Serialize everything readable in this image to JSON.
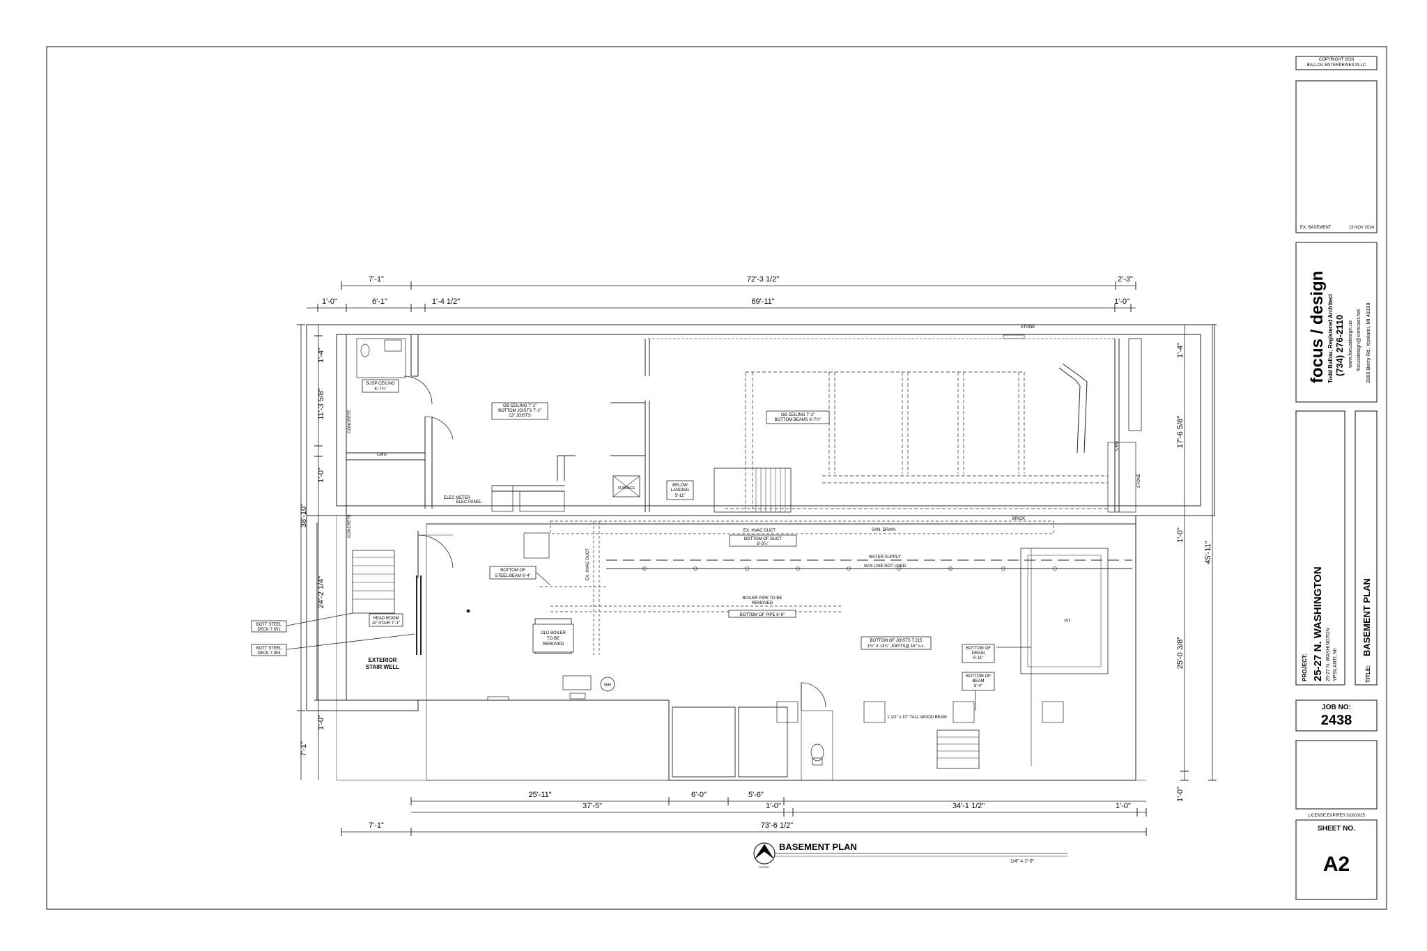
{
  "copyright": {
    "line1": "COPYRIGHT 2023",
    "line2": "BALLOU ENTERPRISES PLLC"
  },
  "issue": {
    "label": "EX. BASEMENT",
    "date": "13 NOV 2024"
  },
  "firm": {
    "name": "focus / design",
    "architect": "Todd Ballou, Registered Architect",
    "phone": "(734) 276-2110",
    "web": "www.focusdesign.us",
    "email": "focusdesign@comcast.net",
    "address": "3300 Berry Rd, Ypsilanti, MI 48198"
  },
  "project": {
    "label": "PROJECT:",
    "name": "25-27 N. WASHINGTON",
    "address": "25-27 N. WASHINGTON",
    "city": "YPSILANTI, MI"
  },
  "title": {
    "label": "TITLE:",
    "value": "BASEMENT PLAN"
  },
  "job": {
    "label": "JOB NO:",
    "value": "2438"
  },
  "license": "LICENSE EXPIRES 3/18/2025",
  "sheet": {
    "label": "SHEET NO.",
    "value": "A2"
  },
  "drawing_title": "BASEMENT PLAN",
  "scale": "1/4\"   =   1'-0\"",
  "north": "NORTH",
  "dims": {
    "top_a": "7'-1\"",
    "top_b": "72'-3 1/2\"",
    "top_c": "2'-3\"",
    "top2_a": "1'-0\"",
    "top2_b": "6'-1\"",
    "top2_c": "1'-4 1/2\"",
    "top2_d": "69'-11\"",
    "top2_e": "1'-0\"",
    "left_a": "1'-4\"",
    "left_b": "11'-3 5/8\"",
    "left_c": "1'-0\"",
    "left_d": "24'-2 1/4\"",
    "left_e": "1'-0\"",
    "left_f": "7'-1\"",
    "left_total": "38'-10\"",
    "right_a": "1'-4\"",
    "right_b": "17'-6 5/8\"",
    "right_c": "1'-0\"",
    "right_d": "25'-0 3/8\"",
    "right_e": "1'-0\"",
    "right_total": "45'-11\"",
    "bot_a": "25'-11\"",
    "bot_b": "6'-0\"",
    "bot_c": "5'-6\"",
    "bot2_a": "37'-5\"",
    "bot2_b": "1'-0\"",
    "bot2_c": "34'-1 1/2\"",
    "bot2_d": "1'-0\"",
    "bot3_a": "7'-1\"",
    "bot3_b": "73'-6 1/2\""
  },
  "notes": {
    "susp_ceiling": [
      "SUSP CEILING",
      "6'-7¼\""
    ],
    "gb_ceiling_1": [
      "GB CEILING 7'-1\"",
      "BOTTOM JOISTS 7'-2\"",
      "13\" JOISTS"
    ],
    "gb_ceiling_2": [
      "GB CEILING 7'-1\"",
      "BOTTOM BEAMS 6'-7¼\""
    ],
    "below_landing": [
      "BELOW",
      "LANDING",
      "5'-11\""
    ],
    "stone_top": "STONE",
    "stone_right": "STONE",
    "brick": "BRICK",
    "cmu": "CMU",
    "cmu_right": "CMU",
    "concrete_1": "CONCRETE",
    "concrete_2": "CONCRETE",
    "elec_meter": "ELEC METER",
    "elec_panel": "ELEC PANEL",
    "furnace": "FURNACE",
    "ex_hvac_duct": "EX. HVAC DUCT",
    "ex_hvac_duct_v": "EX. HVAC DUCT",
    "san_drain": "SAN. DRAIN",
    "bottom_duct": [
      "BOTTOM OF DUCT",
      "6'-3¼\""
    ],
    "water_supply": "WATER SUPPLY",
    "gas_line": "GAS LINE NOT USED",
    "bottom_steel_beam": [
      "BOTTOM OF",
      "STEEL BEAM 6'-4\""
    ],
    "boiler_pipe": [
      "BOILER PIPE TO BE",
      "REMOVED"
    ],
    "bottom_pipe": "BOTTOM OF PIPE 6'-6\"",
    "old_boiler": [
      "OLD BOILER",
      "TO BE",
      "REMOVED"
    ],
    "bottom_joists": [
      "BOTTOM OF JOISTS 7.215",
      "1½\" X 13¼\" JOISTS@ 16\" o.c."
    ],
    "bottom_drain": [
      "BOTTOM OF",
      "DRAIN",
      "5'-11\""
    ],
    "bottom_beam": [
      "BOTTOM OF",
      "BEAM",
      "6'-4\""
    ],
    "wood_beam": "1 1/2\" x 10\" TALL WOOD BEAM",
    "pit": "PIT",
    "wh": "WH",
    "head_room": [
      "HEAD ROOM",
      "AT STAIR 7'-3\""
    ],
    "bott_steel_1": [
      "BOTT STEEL",
      "DECK  7.651"
    ],
    "bott_steel_2": [
      "BOTT STEEL",
      "DECK  7.904"
    ],
    "exterior_stair": [
      "EXTERIOR",
      "STAIR WELL"
    ]
  }
}
